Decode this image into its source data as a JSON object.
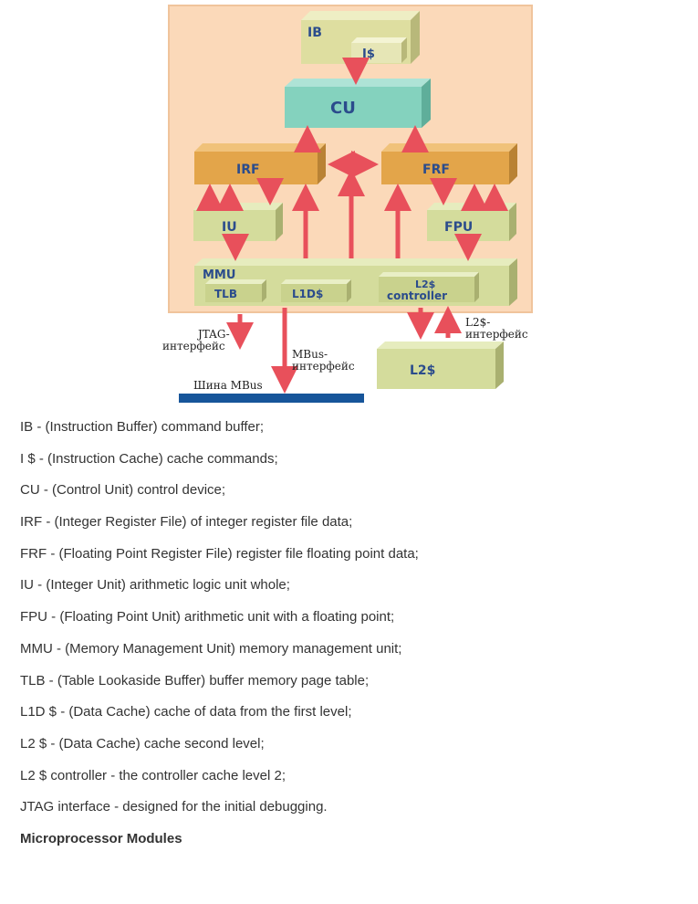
{
  "diagram": {
    "blocks": {
      "ib": "IB",
      "icache": "I$",
      "cu": "CU",
      "irf": "IRF",
      "frf": "FRF",
      "iu": "IU",
      "fpu": "FPU",
      "mmu": "MMU",
      "tlb": "TLB",
      "l1d": "L1D$",
      "l2ctrl_line1": "L2$",
      "l2ctrl_line2": "controller",
      "l2": "L2$"
    },
    "labels": {
      "jtag_line1": "JTAG-",
      "jtag_line2": "интерфейс",
      "mbus_line1": "MBus-",
      "mbus_line2": "интерфейс",
      "l2if_line1": "L2$-",
      "l2if_line2": "интерфейс",
      "bus": "Шина MBus"
    },
    "colors": {
      "frame": "#fbd9b9",
      "frame_border": "#f0c49c",
      "ib": "#dedea0",
      "cu": "#84d2be",
      "rf": "#e3a54a",
      "unit": "#d4dc9c",
      "arrow": "#e8505b",
      "bus": "#17559a",
      "block_text": "#2b4c8c"
    }
  },
  "legend": [
    "IB - (Instruction Buffer) command buffer;",
    "I $ - (Instruction Cache) cache commands;",
    "CU - (Control Unit) control device;",
    "IRF - (Integer Register File) of integer register file data;",
    "FRF - (Floating Point Register File) register file floating point data;",
    "IU - (Integer Unit) arithmetic logic unit whole;",
    "FPU - (Floating Point Unit) arithmetic unit with a floating point;",
    "MMU - (Memory Management Unit) memory management unit;",
    "TLB - (Table Lookaside Buffer) buffer memory page table;",
    "L1D $ - (Data Cache) cache of data from the first level;",
    "L2 $ - (Data Cache) cache second level;",
    "L2 $ controller - the controller cache level 2;",
    "JTAG interface - designed for the initial debugging."
  ],
  "caption": "Microprocessor Modules"
}
